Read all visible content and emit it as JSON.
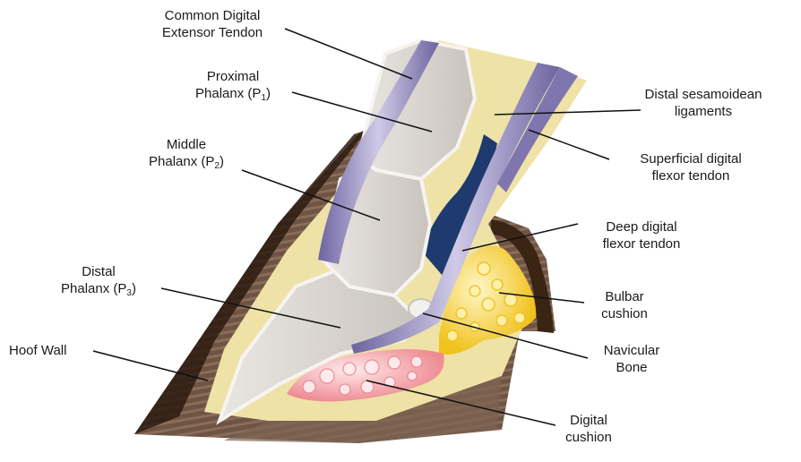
{
  "labels": {
    "extensor": {
      "line1": "Common Digital",
      "line2": "Extensor Tendon"
    },
    "proximal": {
      "line1": "Proximal",
      "line2_pre": "Phalanx  (P",
      "line2_sub": "1",
      "line2_post": ")"
    },
    "middle": {
      "line1": "Middle",
      "line2_pre": "Phalanx (P",
      "line2_sub": "2",
      "line2_post": ")"
    },
    "distal": {
      "line1": "Distal",
      "line2_pre": "Phalanx (P",
      "line2_sub": "3",
      "line2_post": ")"
    },
    "hoof_wall": {
      "line1": "Hoof Wall"
    },
    "sesamoidean": {
      "line1": "Distal sesamoidean",
      "line2": "ligaments"
    },
    "superficial": {
      "line1": "Superficial digital",
      "line2": "flexor tendon"
    },
    "deep": {
      "line1": "Deep digital",
      "line2": "flexor tendon"
    },
    "bulbar": {
      "line1": "Bulbar",
      "line2": "cushion"
    },
    "navicular": {
      "line1": "Navicular",
      "line2": "Bone"
    },
    "digital_cushion": {
      "line1": "Digital",
      "line2": "cushion"
    }
  },
  "colors": {
    "hoof_wall": "#6b4e3d",
    "hoof_dark": "#2a1a10",
    "laminae": "#efe3a8",
    "bone": "#d9d4cf",
    "bone_light": "#f2efec",
    "tendon": "#8e86b8",
    "tendon_light": "#c9c4e0",
    "bulbar_cushion": "#f2cc2a",
    "digital_cushion": "#f2a0a5",
    "synovial": "#1f3a6e",
    "leader": "#111111"
  }
}
